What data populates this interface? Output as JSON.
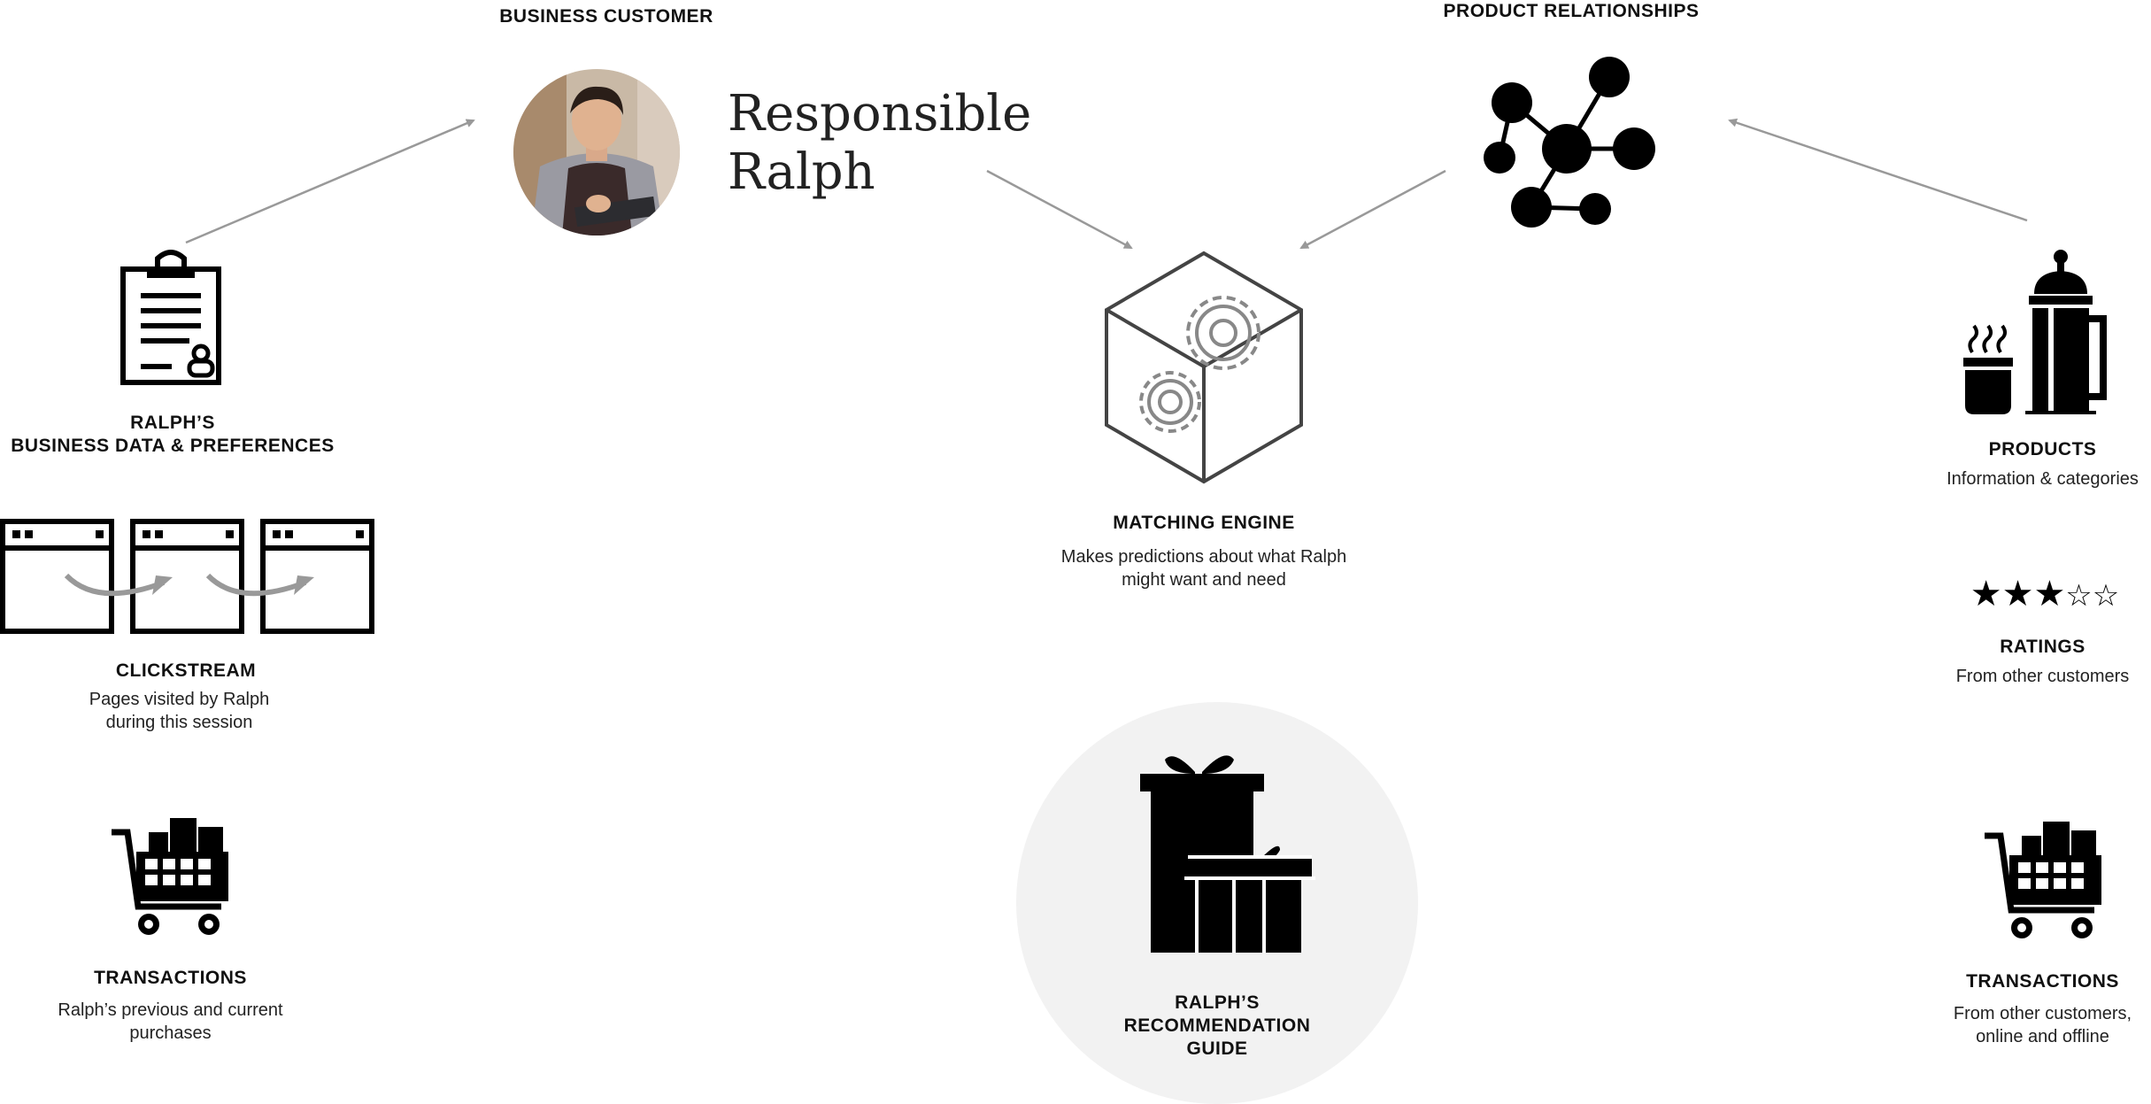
{
  "business_customer": {
    "title": "BUSINESS CUSTOMER",
    "name_line1": "Responsible",
    "name_line2": "Ralph"
  },
  "product_relationships": {
    "title": "PRODUCT RELATIONSHIPS"
  },
  "business_data": {
    "title_line1": "RALPH’S",
    "title_line2": "BUSINESS DATA & PREFERENCES"
  },
  "clickstream": {
    "title": "CLICKSTREAM",
    "desc_line1": "Pages visited by Ralph",
    "desc_line2": "during this session"
  },
  "transactions_left": {
    "title": "TRANSACTIONS",
    "desc_line1": "Ralph’s previous and current",
    "desc_line2": "purchases"
  },
  "matching_engine": {
    "title": "MATCHING ENGINE",
    "desc_line1": "Makes predictions about what Ralph",
    "desc_line2": "might want and need"
  },
  "recommendation_guide": {
    "line1": "RALPH’S",
    "line2": "RECOMMENDATION",
    "line3": "GUIDE"
  },
  "products": {
    "title": "PRODUCTS",
    "desc": "Information & categories"
  },
  "ratings": {
    "title": "RATINGS",
    "desc": "From other customers",
    "stars_filled": 3,
    "stars_total": 5
  },
  "transactions_right": {
    "title": "TRANSACTIONS",
    "desc_line1": "From other customers,",
    "desc_line2": "online and offline"
  },
  "colors": {
    "arrow": "#999999",
    "icon": "#000000",
    "guide_circle": "#f2f2f2"
  },
  "icons": [
    "clipboard-icon",
    "browser-window-icon",
    "shopping-cart-icon",
    "cube-gears-icon",
    "network-graph-icon",
    "french-press-icon",
    "star-icon",
    "gift-boxes-icon"
  ]
}
